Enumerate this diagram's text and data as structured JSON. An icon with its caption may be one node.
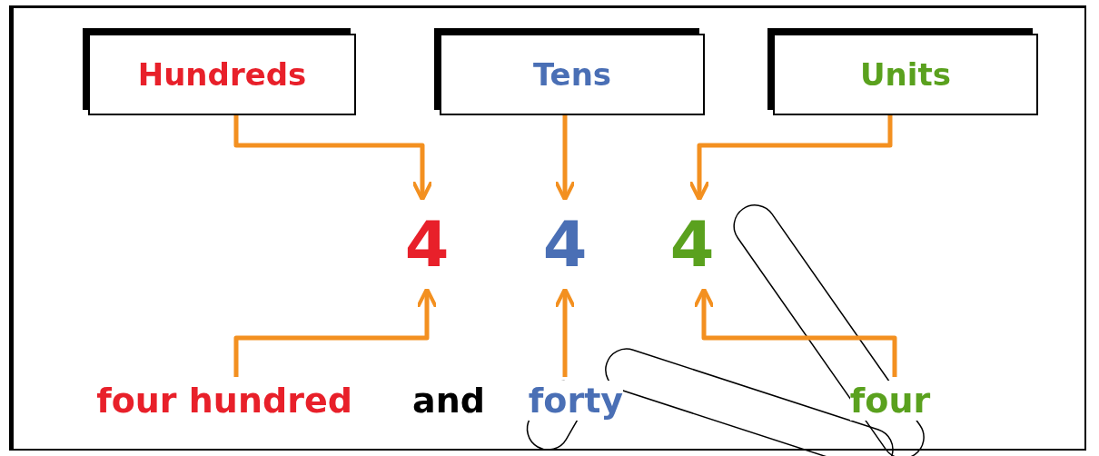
{
  "diagram": {
    "nodes": [
      {
        "text": [
          "Hundreds"
        ]
      },
      {
        "text": [
          "Tens"
        ]
      },
      {
        "text": [
          "Units"
        ]
      },
      {
        "text": [
          "4"
        ]
      },
      {
        "text": [
          "4"
        ]
      },
      {
        "text": [
          "4"
        ]
      },
      {
        "text": [
          "four hundred"
        ]
      },
      {
        "text": [
          "forty"
        ]
      },
      {
        "text": [
          "four"
        ]
      }
    ],
    "edges": [
      {
        "from": 0,
        "to": 3,
        "arrow": "to"
      },
      {
        "from": 1,
        "to": 4,
        "arrow": "to"
      },
      {
        "from": 2,
        "to": 5,
        "arrow": "to"
      },
      {
        "from": 6,
        "to": 3,
        "arrow": "to"
      },
      {
        "from": 7,
        "to": 4,
        "arrow": "to"
      },
      {
        "from": 8,
        "to": 5,
        "arrow": "to"
      }
    ],
    "labels": [
      "and"
    ]
  }
}
